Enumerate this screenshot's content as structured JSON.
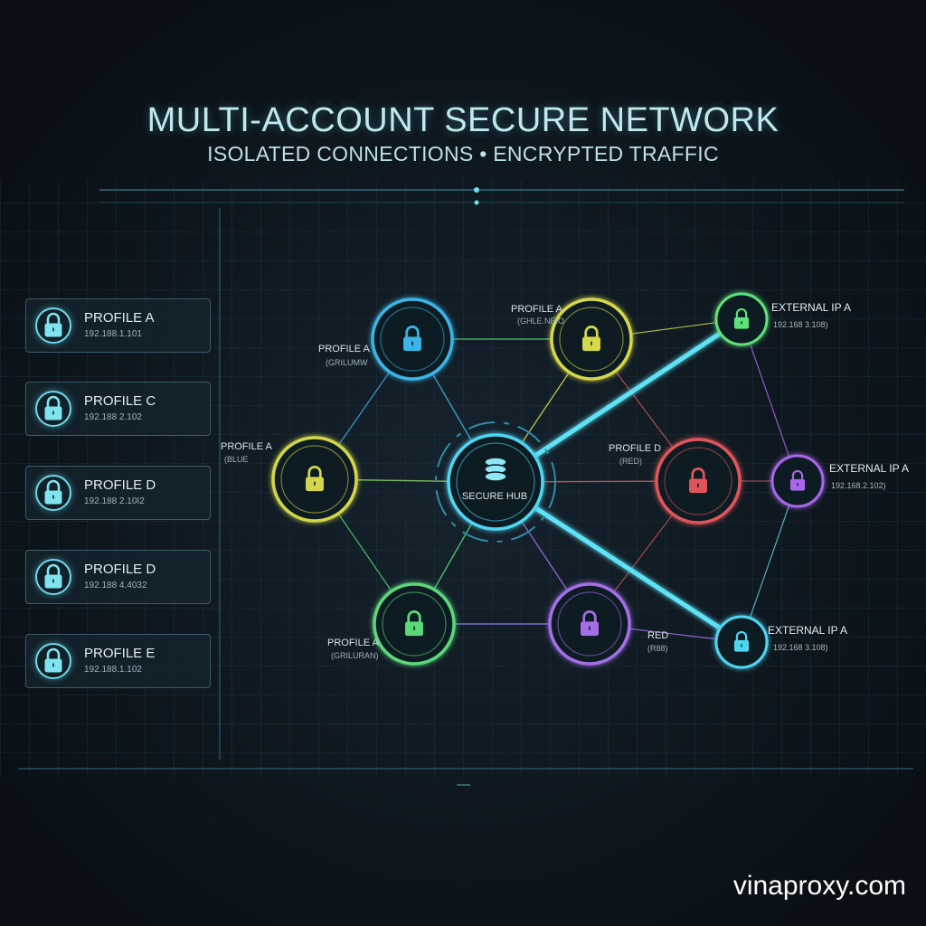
{
  "header": {
    "title": "MULTI-ACCOUNT SECURE NETWORK",
    "subtitle": "ISOLATED CONNECTIONS • ENCRYPTED TRAFFIC"
  },
  "sidebar": {
    "profiles": [
      {
        "name": "PROFILE A",
        "ip": "192.188.1.101"
      },
      {
        "name": "PROFILE C",
        "ip": "192.188 2.102"
      },
      {
        "name": "PROFILE D",
        "ip": "192.188 2.10I2"
      },
      {
        "name": "PROFILE D",
        "ip": "192.188 4.4032"
      },
      {
        "name": "PROFILE E",
        "ip": "192.188.1.102"
      }
    ]
  },
  "hub": {
    "label": "SECURE HUB",
    "color": "#4fd6f2"
  },
  "nodes": [
    {
      "id": "top-left",
      "name": "PROFILE A",
      "tag": "(GRILUMW",
      "color": "#3bb4e6"
    },
    {
      "id": "top-right",
      "name": "PROFILE A",
      "tag": "(GHLE.NEIO",
      "color": "#d4d84a"
    },
    {
      "id": "mid-left",
      "name": "PROFILE A",
      "tag": "(BLUE",
      "color": "#d3d64a"
    },
    {
      "id": "mid-right",
      "name": "PROFILE D",
      "tag": "(RED)",
      "color": "#e0545a"
    },
    {
      "id": "bottom-left",
      "name": "PROFILE A",
      "tag": "(GRILURAN)",
      "color": "#5cd87a"
    },
    {
      "id": "bottom-right",
      "name": "RED",
      "tag": "(R88)",
      "color": "#a46ee8"
    }
  ],
  "external": [
    {
      "id": "ext-top",
      "name": "EXTERNAL IP A",
      "ip": "192.168 3.108)",
      "color": "#5ee07a"
    },
    {
      "id": "ext-mid",
      "name": "EXTERNAL IP A",
      "ip": "192.168.2.102)",
      "color": "#a866ea"
    },
    {
      "id": "ext-bottom",
      "name": "EXTERNAL IP A",
      "ip": "192.168 3.108)",
      "color": "#4fd6f2"
    }
  ],
  "watermark": "vinaproxy.com"
}
